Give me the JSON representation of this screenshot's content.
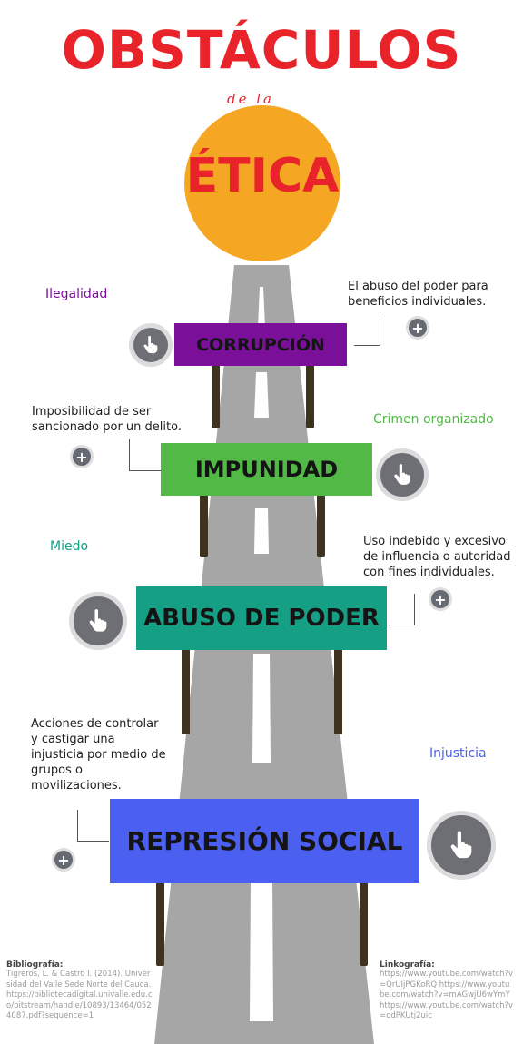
{
  "colors": {
    "title": "#e8232a",
    "sun": "#f5a623",
    "road": "#a6a6a6",
    "road_line": "#ffffff",
    "post": "#3e3221",
    "corrupcion": "#7a0f9a",
    "impunidad": "#52b947",
    "abuso": "#15a085",
    "represion": "#4b5ff0",
    "ilegalidad_label": "#7a0f9a",
    "crimen_label": "#52b947",
    "miedo_label": "#15a085",
    "injusticia_label": "#4b5ff0"
  },
  "header": {
    "title": "OBSTÁCULOS",
    "subtitle": "de la",
    "sun_text": "ÉTICA"
  },
  "signs": [
    {
      "text": "CORRUPCIÓN",
      "label": "Ilegalidad",
      "description": "El abuso del poder para beneficios individuales."
    },
    {
      "text": "IMPUNIDAD",
      "label": "Crimen organizado",
      "description": "Imposibilidad de ser sancionado por un delito."
    },
    {
      "text": "ABUSO DE PODER",
      "label": "Miedo",
      "description": "Uso indebido y excesivo de influencia o autoridad con fines individuales."
    },
    {
      "text": "REPRESIÓN SOCIAL",
      "label": "Injusticia",
      "description": "Acciones de controlar y castigar una injusticia por medio de grupos o movilizaciones."
    }
  ],
  "icons": {
    "hand": "hand-pointer-icon",
    "plus": "plus-icon"
  },
  "bibliografia": {
    "title": "Bibliografía:",
    "text": "Tigreros, L. & Castro I. (2014). Universidad del Valle Sede Norte del Cauca. https://bibliotecadigital.univalle.edu.co/bitstream/handle/10893/13464/0524087.pdf?sequence=1"
  },
  "linkografia": {
    "title": "Linkografía:",
    "text": "https://www.youtube.com/watch?v=QrUIjPGKoRQ https://www.youtube.com/watch?v=mAGwjU6wYmY https://www.youtube.com/watch?v=odPKUtj2uic"
  }
}
